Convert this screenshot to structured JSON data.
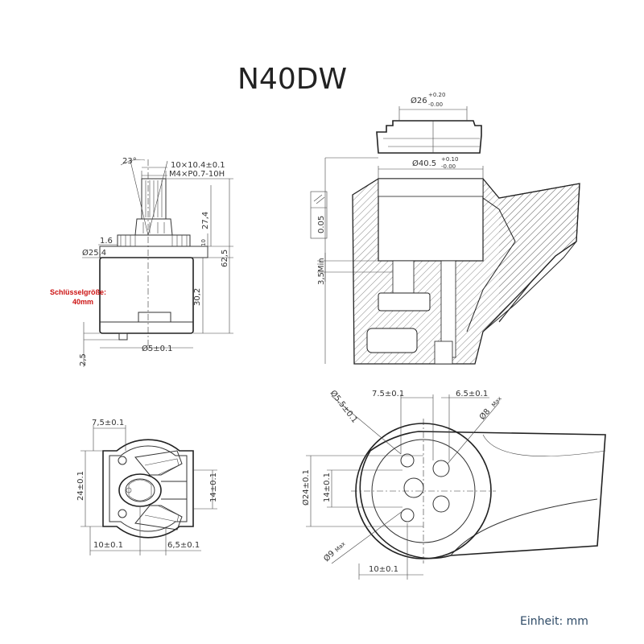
{
  "title": "N40DW",
  "unit_label": "Einheit: mm",
  "key_size_label": "Schlüsselgröße:",
  "key_size_value": "40mm",
  "colors": {
    "line": "#333333",
    "accent_red": "#cc1111",
    "unit_blue": "#2e4a66"
  },
  "side_view": {
    "angle": "23°",
    "top_width": "10×10.4±0.1",
    "thread": "M4×P0.7-10H",
    "h_27_4": "27,4",
    "h_62_5": "62,5",
    "h_10": "10",
    "h_1_6": "1.6",
    "dia_25_4": "Ø25,4",
    "h_30_2": "30,2",
    "h_2_5": "2,5",
    "dia_5": "Ø5±0.1"
  },
  "section_view": {
    "dia_26": "Ø26",
    "dia_26_tol_plus": "+0.20",
    "dia_26_tol_minus": "-0.00",
    "dia_40_5": "Ø40.5",
    "dia_40_5_tol_plus": "+0.10",
    "dia_40_5_tol_minus": "-0.00",
    "flatness": "0.05",
    "depth_min": "3,5Min"
  },
  "bottom_view": {
    "d_7_5": "7,5±0.1",
    "d_24": "24±0.1",
    "d_14": "14±0.1",
    "d_10": "10±0.1",
    "d_6_5": "6,5±0.1"
  },
  "port_view": {
    "dia_5_5": "Ø5.5±0.1",
    "d_7_5": "7.5±0.1",
    "d_6_5": "6.5±0.1",
    "dia_8": "Ø8",
    "dia_8_max": "Max",
    "dia_24": "Ø24±0.1",
    "d_14": "14±0.1",
    "dia_9": "Ø9",
    "dia_9_max": "Max",
    "d_10": "10±0.1"
  }
}
